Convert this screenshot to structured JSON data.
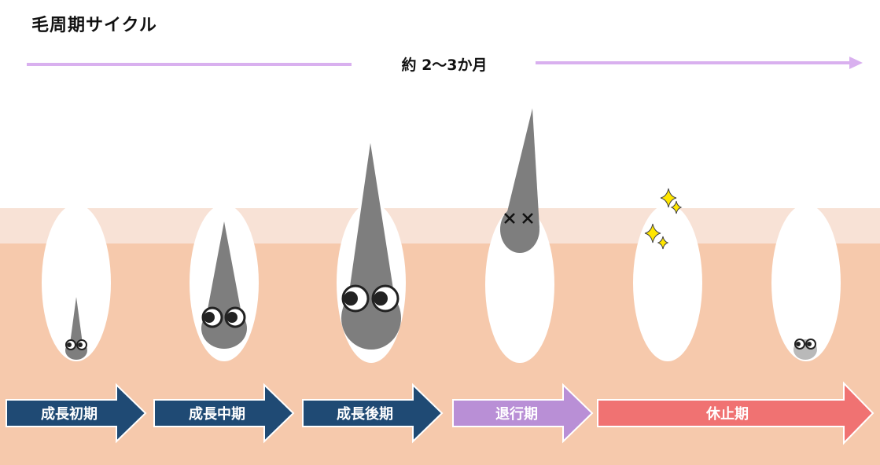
{
  "title": "毛周期サイクル",
  "duration_label": "約 2〜3か月",
  "stages": [
    {
      "label": "成長初期"
    },
    {
      "label": "成長中期"
    },
    {
      "label": "成長後期"
    },
    {
      "label": "退行期"
    },
    {
      "label": "休止期"
    }
  ],
  "colors": {
    "growth_arrow": "#1f4a74",
    "regression_arrow": "#b98fd6",
    "rest_arrow": "#f07272",
    "duration_arrow": "#d9b0ef",
    "skin_surface": "#f8e2d6",
    "skin_deep": "#f6c9ac",
    "hair": "#7e7e7e",
    "sparkle": "#ffe600"
  }
}
